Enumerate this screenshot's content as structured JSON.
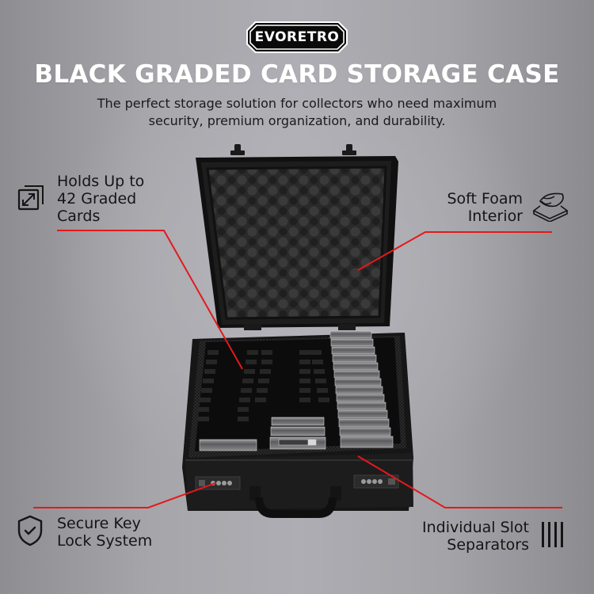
{
  "brand": {
    "logo_text": "EVORETRO"
  },
  "header": {
    "title": "BLACK GRADED CARD STORAGE CASE",
    "subtitle_line1": "The perfect storage solution for collectors who need maximum",
    "subtitle_line2": "security, premium organization, and durability."
  },
  "features": [
    {
      "icon": "resize-expand-icon",
      "lines": [
        "Holds Up to",
        "42 Graded",
        "Cards"
      ]
    },
    {
      "icon": "foam-layers-icon",
      "lines": [
        "Soft Foam",
        "Interior"
      ]
    },
    {
      "icon": "shield-check-icon",
      "lines": [
        "Secure Key",
        "Lock System"
      ]
    },
    {
      "icon": "slot-separators-icon",
      "lines": [
        "Individual Slot",
        "Separators"
      ]
    }
  ],
  "product_image": {
    "subject": "black aluminum graded card storage case, open, with egg-crate foam lid and slotted card compartments",
    "accent_line_color": "#e3191c"
  },
  "colors": {
    "title": "#ffffff",
    "text": "#151515",
    "callout_line": "#e3191c",
    "background": "#a9a8ad"
  }
}
